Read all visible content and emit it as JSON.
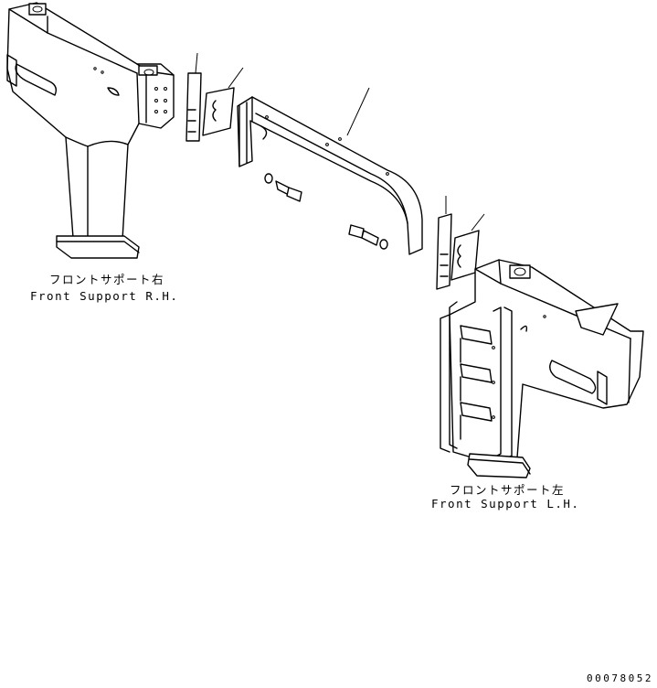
{
  "labels": {
    "front_support_rh_jp": "フロントサポート右",
    "front_support_rh_en": "Front Support R.H.",
    "front_support_lh_jp": "フロントサポート左",
    "front_support_lh_en": "Front Support L.H."
  },
  "drawing_code": "00078052"
}
